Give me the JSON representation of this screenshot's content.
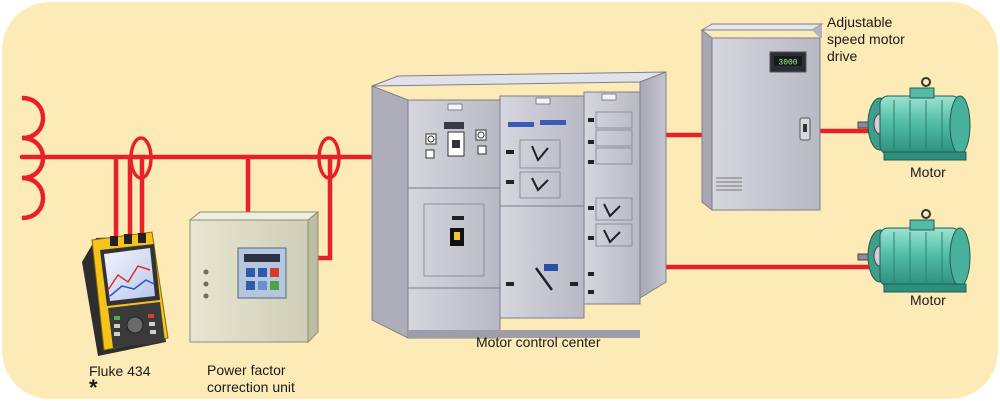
{
  "labels": {
    "adjustable_drive": [
      "Adjustable",
      "speed motor",
      "drive"
    ],
    "motor_top": "Motor",
    "motor_bottom": "Motor",
    "motor_control_center": "Motor control center",
    "fluke": "Fluke 434",
    "fluke_mark": "*",
    "power_factor": [
      "Power factor",
      "correction unit"
    ]
  },
  "drive_display": "3000",
  "colors": {
    "background": "#fdebb7",
    "wire": "#e8202a",
    "cabinet": "#c9c9d3",
    "motor": "#5fc4b0",
    "pf_unit": "#dcdcc6",
    "fluke_body": "#f6c21c"
  }
}
